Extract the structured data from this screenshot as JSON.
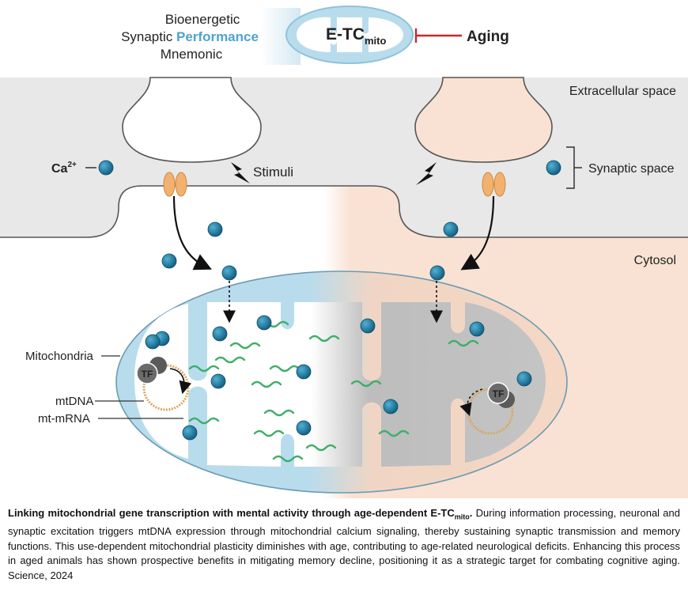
{
  "header": {
    "line1": "Bioenergetic",
    "line2_prefix": "Synaptic ",
    "line2_highlight": "Performance",
    "line3": "Mnemonic",
    "etc_main": "E-TC",
    "etc_sub": "mito",
    "aging": "Aging"
  },
  "labels": {
    "extracellular": "Extracellular space",
    "synaptic": "Synaptic space",
    "cytosol": "Cytosol",
    "ca": "Ca",
    "ca_sup": "2+",
    "stimuli": "Stimuli",
    "mitochondria": "Mitochondria",
    "mtdna": "mtDNA",
    "mtmrna": "mt-mRNA",
    "tf_left": "TF",
    "tf_right": "TF"
  },
  "caption": {
    "title": "Linking mitochondrial gene transcription with mental activity through age-dependent E-TC",
    "title_sub": "mito",
    "title_end": ".",
    "body": " During information processing, neuronal and synaptic excitation triggers mtDNA expression through mitochondrial calcium signaling, thereby sustaining synaptic transmission and memory functions. This use-dependent mitochondrial plasticity diminishes with age, contributing to age-related neurological deficits. Enhancing this process in aged animals has shown prospective benefits in mitigating memory decline, positioning it as a strategic target for combating cognitive aging. Science, 2024"
  },
  "colors": {
    "young_tint": "#bfe0ee",
    "aged_tint": "#f6d9c6",
    "extracellular": "#e8e8e8",
    "ion": "#1f78a0",
    "channel": "#f3b170",
    "rna": "#3fae6a",
    "dna": "#d8a85f",
    "aging_red": "#c8262e",
    "performance_blue": "#4fa3d1"
  }
}
